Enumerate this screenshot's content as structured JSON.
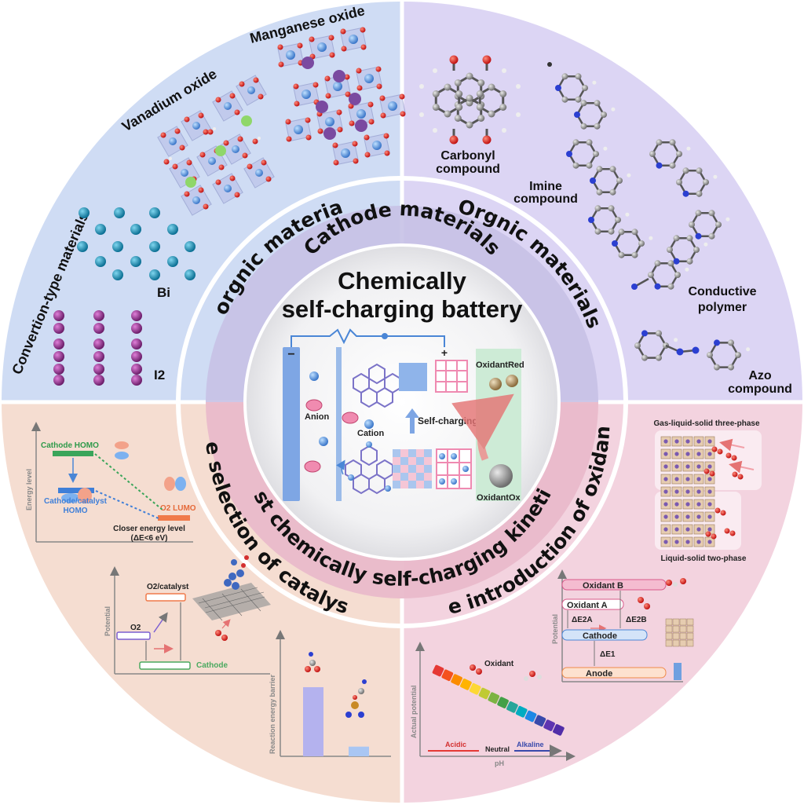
{
  "center": {
    "title_line1": "Chemically",
    "title_line2": "self-charging battery"
  },
  "rings": {
    "cathode": "Cathode materials",
    "kinetics": "Fast chemically self-charging kinetics"
  },
  "quadrants": {
    "inorganic": "Inorgnic materials",
    "organic": "Orgnic materials",
    "catalysts": "The selection of catalysts",
    "oxidants": "The introduction of oxidants"
  },
  "inorganic": {
    "manganese": "Manganese oxide",
    "vanadium": "Vanadium oxide",
    "conversion": "Convertion-type materials",
    "bi": "Bi",
    "i2": "I2"
  },
  "organic": {
    "carbonyl1": "Carbonyl",
    "carbonyl2": "compound",
    "imine1": "Imine",
    "imine2": "compound",
    "polymer1": "Conductive",
    "polymer2": "polymer",
    "azo1": "Azo",
    "azo2": "compound"
  },
  "battery": {
    "minus": "−",
    "plus": "+",
    "anion": "Anion",
    "cation": "Cation",
    "selfcharging": "Self-charging",
    "oxidant_red": "OxidantRed",
    "oxidant_ox": "OxidantOx"
  },
  "catalyst_panel": {
    "ylabel": "Energy level",
    "cathode_homo": "Cathode HOMO",
    "o2_lumo": "O2 LUMO",
    "cc_homo1": "Cathode/catalyst",
    "cc_homo2": "HOMO",
    "closer1": "Closer energy level",
    "closer2": "(ΔE<6 eV)",
    "pot_ylabel": "Potential",
    "o2_cat": "O2/catalyst",
    "o2": "O2",
    "cathode": "Cathode",
    "barrier_ylabel": "Reaction energy barrier"
  },
  "barrier_chart": {
    "values": [
      1.0,
      0.14
    ],
    "colors": [
      "#b4b2ee",
      "#a9c6f3"
    ]
  },
  "oxidant_panel": {
    "three_phase": "Gas-liquid-solid three-phase",
    "two_phase": "Liquid-solid two-phase",
    "oxidant_b": "Oxidant B",
    "oxidant_a": "Oxidant A",
    "de2a": "ΔE2A",
    "de2b": "ΔE2B",
    "cathode": "Cathode",
    "de1": "ΔE1",
    "anode": "Anode",
    "pot_ylabel": "Potential",
    "oxidant": "Oxidant",
    "act_ylabel": "Actual potential",
    "acidic": "Acidic",
    "neutral": "Neutral",
    "alkaline": "Alkaline",
    "ph": "pH"
  },
  "colors": {
    "inorganic_bg": "#cfdcf4",
    "organic_bg": "#dcd5f4",
    "catalyst_bg": "#f5ddd1",
    "oxidant_bg": "#f3d3df",
    "cathode_ring": "#cbc5e6",
    "kinetics_ring": "#eab9ca"
  }
}
